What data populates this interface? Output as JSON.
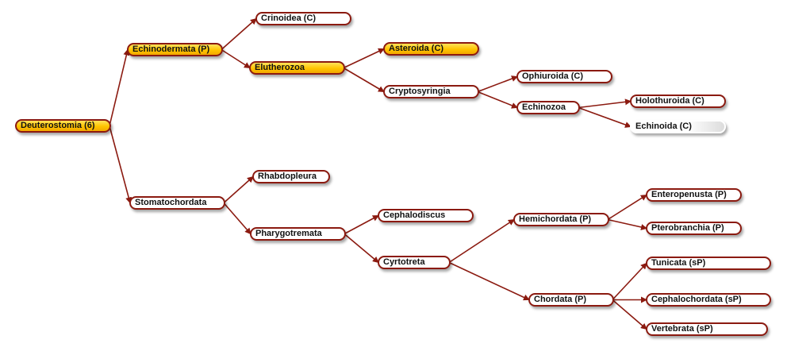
{
  "colors": {
    "edge": "#8b1a10",
    "highlight": "#ffc400",
    "border": "#8b1a10"
  },
  "nodes": [
    {
      "id": "deuterostomia",
      "label": "Deuterostomia (6)",
      "highlight": true
    },
    {
      "id": "echinodermata",
      "label": "Echinodermata (P)",
      "highlight": true
    },
    {
      "id": "crinoidea",
      "label": "Crinoidea (C)"
    },
    {
      "id": "elutherozoa",
      "label": "Elutherozoa",
      "highlight": true
    },
    {
      "id": "asteroida",
      "label": "Asteroida (C)",
      "highlight": true
    },
    {
      "id": "cryptosyringia",
      "label": "Cryptosyringia"
    },
    {
      "id": "ophiuroida",
      "label": "Ophiuroida (C)"
    },
    {
      "id": "echinozoa",
      "label": "Echinozoa"
    },
    {
      "id": "holothuroida",
      "label": "Holothuroida (C)"
    },
    {
      "id": "echinoida",
      "label": "Echinoida (C)"
    },
    {
      "id": "stomatochordata",
      "label": "Stomatochordata"
    },
    {
      "id": "rhabdopleura",
      "label": "Rhabdopleura"
    },
    {
      "id": "pharygotremata",
      "label": "Pharygotremata"
    },
    {
      "id": "cephalodiscus",
      "label": "Cephalodiscus"
    },
    {
      "id": "cyrtotreta",
      "label": "Cyrtotreta"
    },
    {
      "id": "hemichordata",
      "label": "Hemichordata (P)"
    },
    {
      "id": "enteropenusta",
      "label": "Enteropenusta (P)"
    },
    {
      "id": "pterobranchia",
      "label": "Pterobranchia (P)"
    },
    {
      "id": "chordata",
      "label": "Chordata (P)"
    },
    {
      "id": "tunicata",
      "label": "Tunicata  (sP)"
    },
    {
      "id": "cephalochordata",
      "label": "Cephalochordata (sP)"
    },
    {
      "id": "vertebrata",
      "label": "Vertebrata  (sP)"
    }
  ],
  "edges": [
    [
      "deuterostomia",
      "echinodermata"
    ],
    [
      "deuterostomia",
      "stomatochordata"
    ],
    [
      "echinodermata",
      "crinoidea"
    ],
    [
      "echinodermata",
      "elutherozoa"
    ],
    [
      "elutherozoa",
      "asteroida"
    ],
    [
      "elutherozoa",
      "cryptosyringia"
    ],
    [
      "cryptosyringia",
      "ophiuroida"
    ],
    [
      "cryptosyringia",
      "echinozoa"
    ],
    [
      "echinozoa",
      "holothuroida"
    ],
    [
      "echinozoa",
      "echinoida"
    ],
    [
      "stomatochordata",
      "rhabdopleura"
    ],
    [
      "stomatochordata",
      "pharygotremata"
    ],
    [
      "pharygotremata",
      "cephalodiscus"
    ],
    [
      "pharygotremata",
      "cyrtotreta"
    ],
    [
      "cyrtotreta",
      "hemichordata"
    ],
    [
      "cyrtotreta",
      "chordata"
    ],
    [
      "hemichordata",
      "enteropenusta"
    ],
    [
      "hemichordata",
      "pterobranchia"
    ],
    [
      "chordata",
      "tunicata"
    ],
    [
      "chordata",
      "cephalochordata"
    ],
    [
      "chordata",
      "vertebrata"
    ]
  ]
}
